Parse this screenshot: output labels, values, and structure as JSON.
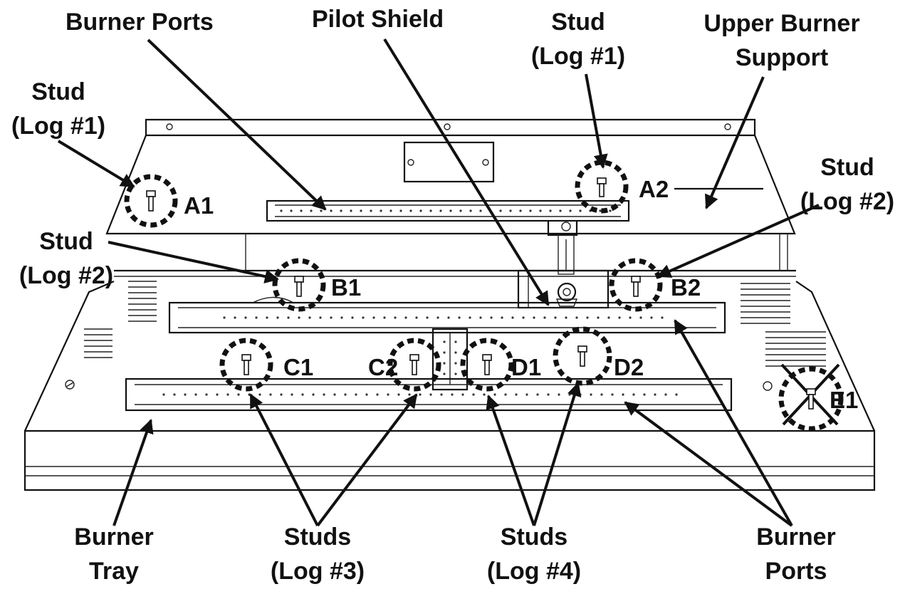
{
  "labels": {
    "burner_ports_top": "Burner Ports",
    "pilot_shield": "Pilot Shield",
    "stud_log1_right_line1": "Stud",
    "stud_log1_right_line2": "(Log #1)",
    "upper_burner_support_line1": "Upper Burner",
    "upper_burner_support_line2": "Support",
    "stud_log1_left_line1": "Stud",
    "stud_log1_left_line2": "(Log #1)",
    "stud_log2_left_line1": "Stud",
    "stud_log2_left_line2": "(Log #2)",
    "stud_log2_right_line1": "Stud",
    "stud_log2_right_line2": "(Log #2)",
    "burner_tray_line1": "Burner",
    "burner_tray_line2": "Tray",
    "studs_log3_line1": "Studs",
    "studs_log3_line2": "(Log #3)",
    "studs_log4_line1": "Studs",
    "studs_log4_line2": "(Log #4)",
    "burner_ports_bottom_line1": "Burner",
    "burner_ports_bottom_line2": "Ports"
  },
  "stud_tags": {
    "a1": "A1",
    "a2": "A2",
    "b1": "B1",
    "b2": "B2",
    "c1": "C1",
    "c2": "C2",
    "d1": "D1",
    "d2": "D2",
    "e1": "E1"
  }
}
